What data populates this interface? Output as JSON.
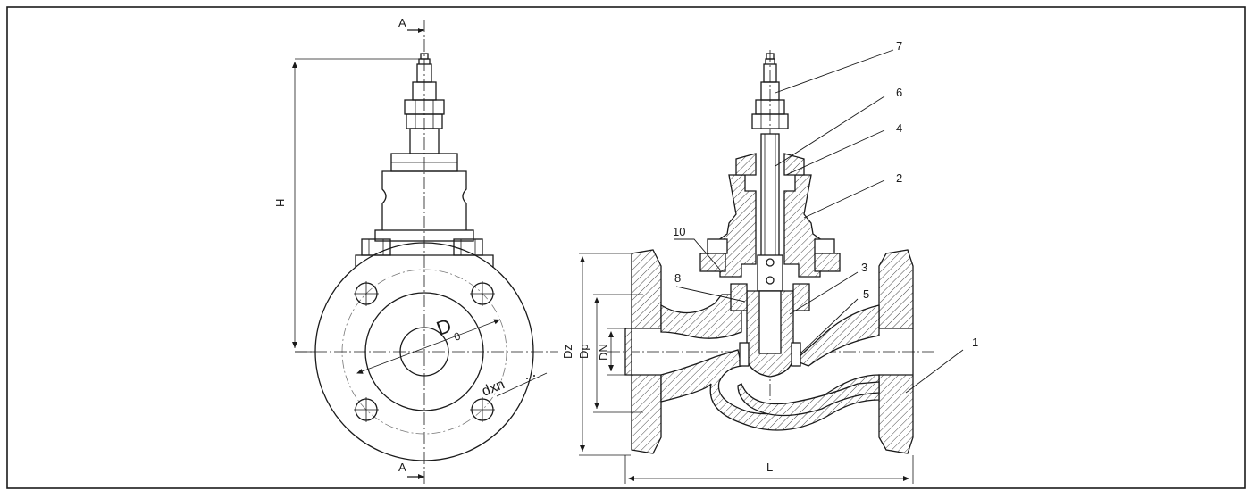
{
  "section_marks": {
    "top": "A",
    "bottom": "A"
  },
  "dimensions": {
    "height": "H",
    "bolt_circle": "D",
    "bolt_circle_sub": "0",
    "bolt_holes": "dxn",
    "outer_diameter": "Dz",
    "raised_face": "Dp",
    "nominal_diameter": "DN",
    "length": "L"
  },
  "part_callouts": [
    "7",
    "6",
    "4",
    "2",
    "10",
    "8",
    "3",
    "5",
    "1"
  ]
}
